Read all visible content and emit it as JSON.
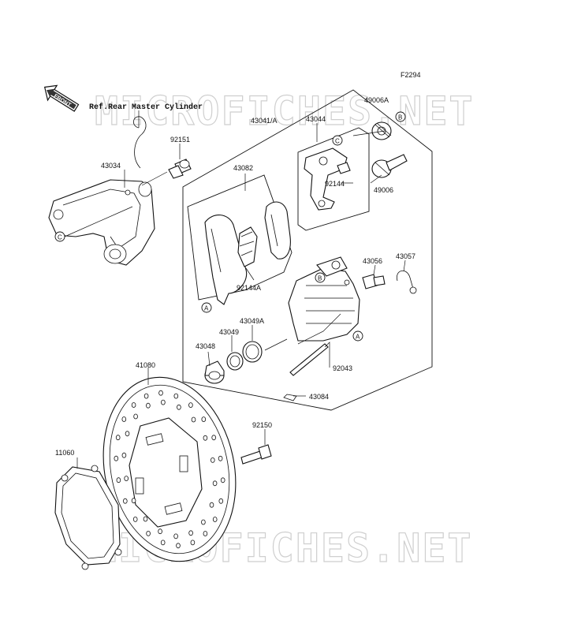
{
  "figure_code": "F2294",
  "front_marker": "FRONT",
  "reference_note": "Ref.Rear Master Cylinder",
  "watermark": "MICROFICHES.NET",
  "callouts": {
    "A": "A",
    "B": "B",
    "C": "C"
  },
  "parts": [
    "43034",
    "92151",
    "43041/A",
    "43044",
    "49006A",
    "49006",
    "43082",
    "92144",
    "92144A",
    "43056",
    "43057",
    "43049A",
    "43049",
    "43048",
    "92043",
    "43084",
    "41080",
    "92150",
    "11060"
  ]
}
